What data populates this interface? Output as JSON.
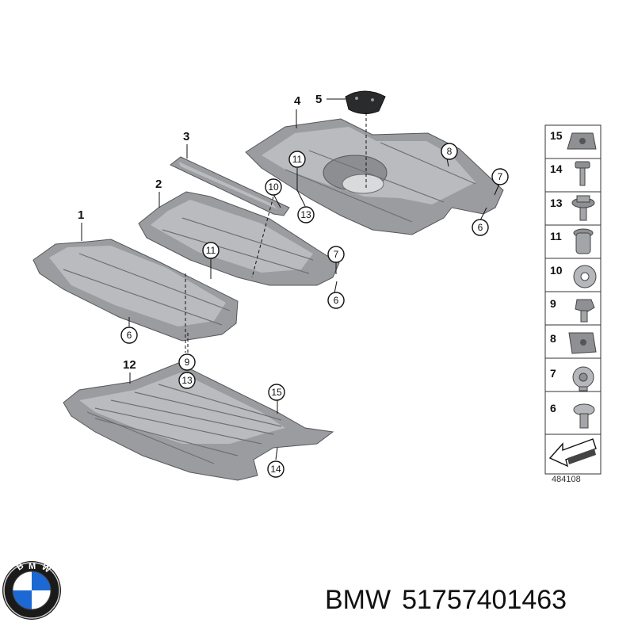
{
  "parts": {
    "p1": "1",
    "p2": "2",
    "p3": "3",
    "p4": "4",
    "p5": "5",
    "p12": "12"
  },
  "callouts": {
    "c6a": "6",
    "c6b": "6",
    "c6c": "6",
    "c7a": "7",
    "c7b": "7",
    "c8": "8",
    "c9": "9",
    "c10": "10",
    "c11a": "11",
    "c11b": "11",
    "c13a": "13",
    "c13b": "13",
    "c14": "14",
    "c15": "15"
  },
  "legend": {
    "items": [
      "15",
      "14",
      "13",
      "11",
      "10",
      "9",
      "8",
      "7",
      "6"
    ],
    "diagram_number": "484108"
  },
  "footer": {
    "brand": "BMW",
    "part_number": "51757401463"
  },
  "logo": {
    "name": "bmw-logo",
    "text": "BMW",
    "colors": [
      "#000000",
      "#ffffff",
      "#1c69d4"
    ]
  }
}
